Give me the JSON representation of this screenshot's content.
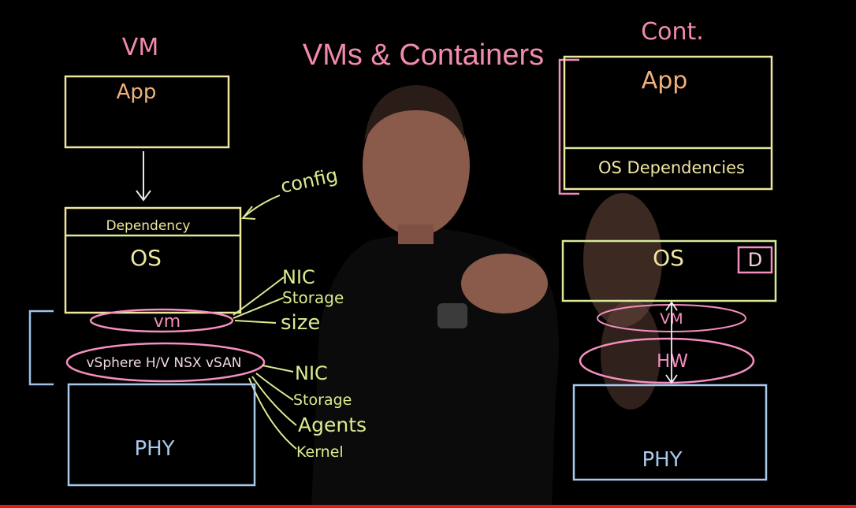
{
  "title": "VMs & Containers",
  "vm_column": {
    "heading": "VM",
    "app_label": "App",
    "dependency_label": "Dependency",
    "os_label": "OS",
    "vm_layer_label": "vm",
    "hypervisor_label": "vSphere H/V NSX vSAN",
    "phy_label": "PHY",
    "config_note": "config",
    "vm_notes": [
      "NIC",
      "Storage",
      "size"
    ],
    "hypervisor_notes": [
      "NIC",
      "Storage",
      "Agents",
      "Kernel"
    ]
  },
  "container_column": {
    "heading": "Cont.",
    "app_label": "App",
    "os_dependencies_label": "OS Dependencies",
    "os_label": "OS",
    "os_badge": "D",
    "vm_layer_label": "VM",
    "hw_label": "HW",
    "phy_label": "PHY"
  },
  "colors": {
    "background": "#000000",
    "title_pink": "#f28ab0",
    "box_yellow": "#efe7a0",
    "box_green": "#d7ea9a",
    "text_orange": "#f1b27a",
    "text_green": "#d9ec8f",
    "ellipse_pink": "#f48fbf",
    "blue_outline": "#a9c8ec",
    "bracket_pink": "#f48fbf",
    "bracket_blue": "#9bc2ea",
    "progress_red": "#e01b1b"
  },
  "video_progress": 1.0
}
